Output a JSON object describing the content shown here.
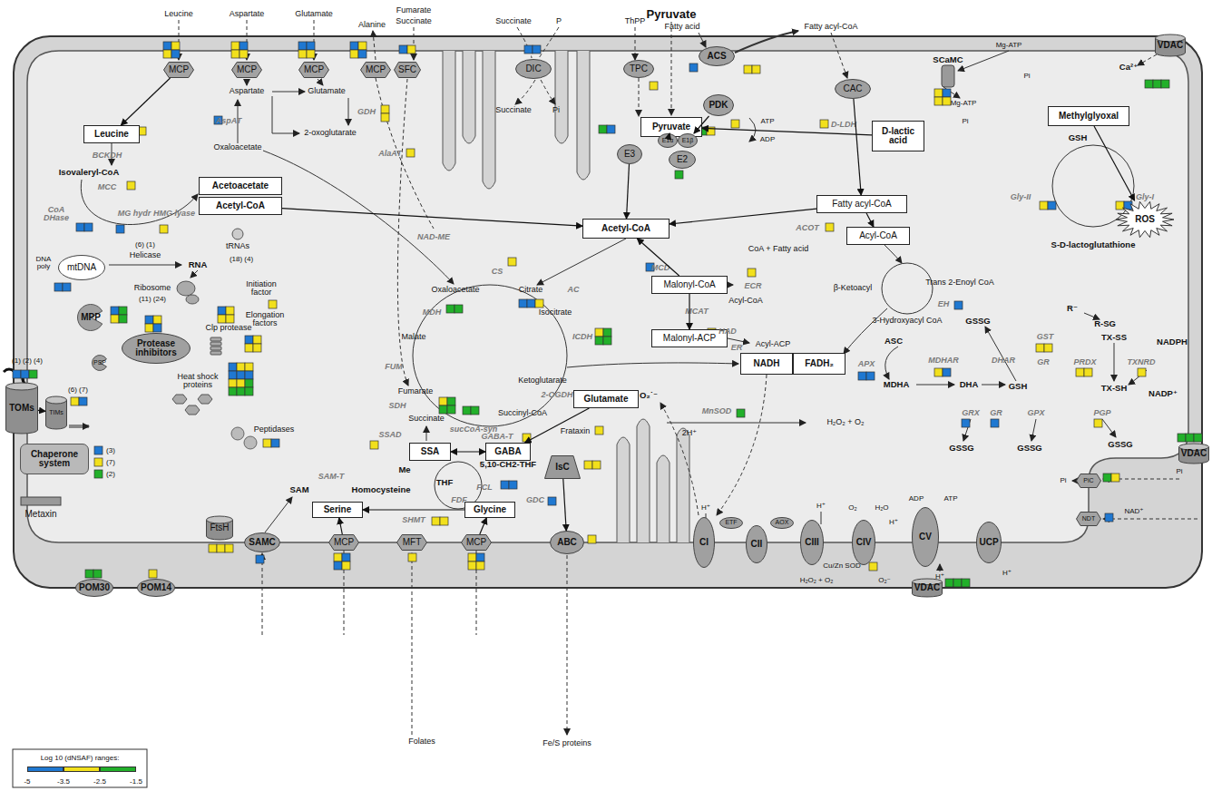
{
  "diagram": {
    "nodes": [
      {
        "text": [
          "MCP"
        ]
      },
      {
        "text": [
          "MCP"
        ]
      },
      {
        "text": [
          "MCP"
        ]
      },
      {
        "text": [
          "MCP"
        ]
      },
      {
        "text": [
          "SFC"
        ]
      },
      {
        "text": [
          "DIC"
        ]
      },
      {
        "text": [
          "TPC"
        ]
      },
      {
        "text": [
          "ACS"
        ]
      },
      {
        "text": [
          "CAC"
        ]
      },
      {
        "text": [
          "VDAC"
        ]
      },
      {
        "text": [
          "Pyruvate"
        ]
      },
      {
        "text": [
          "Leucine"
        ]
      },
      {
        "text": [
          "Acetoacetate"
        ]
      },
      {
        "text": [
          "Acetyl-CoA"
        ]
      },
      {
        "text": [
          "PDK"
        ]
      },
      {
        "text": [
          "E1α"
        ]
      },
      {
        "text": [
          "E1β"
        ]
      },
      {
        "text": [
          "E3"
        ]
      },
      {
        "text": [
          "E2"
        ]
      },
      {
        "text": [
          "D-lactic acid"
        ]
      },
      {
        "text": [
          "Methylglyoxal"
        ]
      },
      {
        "text": [
          "Fatty acyl-CoA"
        ]
      },
      {
        "text": [
          "Acyl-CoA"
        ]
      },
      {
        "text": [
          "Acetyl-CoA"
        ]
      },
      {
        "text": [
          "ROS"
        ]
      },
      {
        "text": [
          "Malonyl-CoA"
        ]
      },
      {
        "text": [
          "Malonyl-ACP"
        ]
      },
      {
        "text": [
          "mtDNA"
        ]
      },
      {
        "text": [
          "MPP"
        ]
      },
      {
        "text": [
          "Protease inhibitors"
        ]
      },
      {
        "text": [
          "PSP"
        ]
      },
      {
        "text": [
          "Glutamate"
        ]
      },
      {
        "text": [
          "NADH"
        ]
      },
      {
        "text": [
          "FADH₂"
        ]
      },
      {
        "text": [
          "SSA"
        ]
      },
      {
        "text": [
          "GABA"
        ]
      },
      {
        "text": [
          "TOMs"
        ]
      },
      {
        "text": [
          "TIMs"
        ]
      },
      {
        "text": [
          "Chaperone system"
        ]
      },
      {
        "text": [
          "IsC"
        ]
      },
      {
        "text": [
          "ABC"
        ]
      },
      {
        "text": [
          "Serine"
        ]
      },
      {
        "text": [
          "Glycine"
        ]
      },
      {
        "text": [
          "Metaxin"
        ]
      },
      {
        "text": [
          "FtsH"
        ]
      },
      {
        "text": [
          "SAMC"
        ]
      },
      {
        "text": [
          "MCP"
        ]
      },
      {
        "text": [
          "MFT"
        ]
      },
      {
        "text": [
          "MCP"
        ]
      },
      {
        "text": [
          "POM30"
        ]
      },
      {
        "text": [
          "POM14"
        ]
      },
      {
        "text": [
          "CI"
        ]
      },
      {
        "text": [
          "ETF"
        ]
      },
      {
        "text": [
          "CII"
        ]
      },
      {
        "text": [
          "AOX"
        ]
      },
      {
        "text": [
          "CIII"
        ]
      },
      {
        "text": [
          "CIV"
        ]
      },
      {
        "text": [
          "CV"
        ]
      },
      {
        "text": [
          "UCP"
        ]
      },
      {
        "text": [
          "PiC"
        ]
      },
      {
        "text": [
          "VDAC"
        ]
      },
      {
        "text": [
          "NDT"
        ]
      },
      {
        "text": [
          "VDAC"
        ]
      }
    ],
    "edges": [
      {
        "from": 0,
        "to": 11,
        "arrow": "to"
      },
      {
        "from": 10,
        "to": 15,
        "arrow": "to"
      },
      {
        "from": 14,
        "to": 16,
        "arrow": "to"
      },
      {
        "from": 17,
        "to": 23,
        "arrow": "to"
      },
      {
        "from": 13,
        "to": 23,
        "arrow": "to"
      },
      {
        "from": 19,
        "to": 10,
        "arrow": "to"
      },
      {
        "from": 21,
        "to": 23,
        "arrow": "to"
      },
      {
        "from": 21,
        "to": 22,
        "arrow": "to"
      },
      {
        "from": 8,
        "to": 21,
        "arrow": "to"
      },
      {
        "from": 20,
        "to": 24,
        "arrow": "to"
      },
      {
        "from": 25,
        "to": 23,
        "arrow": "to"
      },
      {
        "from": 25,
        "to": 26,
        "arrow": "to"
      },
      {
        "from": 31,
        "to": 35,
        "arrow": "to"
      },
      {
        "from": 35,
        "to": 34,
        "arrow": "both"
      },
      {
        "from": 42,
        "to": 41,
        "arrow": "to"
      },
      {
        "from": 46,
        "to": 41,
        "arrow": "to"
      },
      {
        "from": 48,
        "to": 42,
        "arrow": "to"
      },
      {
        "from": 39,
        "to": 40,
        "arrow": "to"
      },
      {
        "from": 36,
        "to": 37,
        "arrow": "to"
      }
    ],
    "labels": [
      "Leucine",
      "Aspartate",
      "Glutamate",
      "Alanine",
      "Fumarate",
      "Succinate",
      "Pyruvate",
      "Succinate",
      "P",
      "ThPP",
      "Fatty acid",
      "Fatty acyl-CoA",
      "SCaMC",
      "Mg-ATP",
      "Pi",
      "Mg-ATP",
      "Pi",
      "Ca²⁺",
      "Aspartate",
      "Glutamate",
      "2-oxoglutarate",
      "Oxaloacetate",
      "AspAT",
      "GDH",
      "AlaAT",
      "BCKDH",
      "Isovaleryl-CoA",
      "MCC",
      "CoA DHase",
      "MG hydr",
      "HMG lyase",
      "Succinate",
      "Pi",
      "ATP",
      "ADP",
      "D-LDH",
      "GSH",
      "Gly-II",
      "Gly-I",
      "S-D-lactoglutathione",
      "ACOT",
      "CoA + Fatty acid",
      "NAD-ME",
      "MCD",
      "CS",
      "Oxaloacetate",
      "Citrate",
      "AC",
      "MDH",
      "Isocitrate",
      "Malate",
      "ICDH",
      "FUM",
      "Ketoglutarate",
      "2-OGDH",
      "Fumarate",
      "SDH",
      "Succinate",
      "Succinyl-CoA",
      "sucCoA-syn",
      "SSAD",
      "GABA-T",
      "ECR",
      "Acyl-CoA",
      "MCAT",
      "HAD",
      "ER",
      "Acyl-ACP",
      "β-Ketoacyl",
      "Trans 2-Enoyl CoA",
      "EH",
      "3-Hydroxyacyl CoA",
      "R⁻",
      "R-SG",
      "ASC",
      "GSSG",
      "GST",
      "TX-SS",
      "NADPH",
      "APX",
      "MDHAR",
      "DHAR",
      "GR",
      "PRDX",
      "TXNRD",
      "MDHA",
      "DHA",
      "GSH",
      "TX-SH",
      "NADP⁺",
      "GRX",
      "GR",
      "GPX",
      "PGP",
      "GSSG",
      "GSSG",
      "GSSG",
      "DNA poly",
      "Helicase",
      "(6) (1)",
      "RNA",
      "tRNAs",
      "(18) (4)",
      "Ribosome",
      "(11) (24)",
      "Initiation factor",
      "Elongation factors",
      "Clp protease",
      "Heat shock proteins",
      "Peptidases",
      "(1) (2) (4)",
      "(6) (7)",
      "(3)",
      "(7)",
      "(2)",
      "Frataxin",
      "Me",
      "5,10-CH2-THF",
      "SAM",
      "THF",
      "Homocysteine",
      "SAM-T",
      "FCL",
      "FDF",
      "SHMT",
      "GDC",
      "Folates",
      "Fe/S proteins",
      "MnSOD",
      "O₂˙⁻",
      "2H⁺",
      "H₂O₂ + O₂",
      "H⁺",
      "H⁺",
      "O₂",
      "H₂O",
      "H⁺",
      "ADP",
      "ATP",
      "H⁺",
      "H⁺",
      "Cu/Zn SOD",
      "H₂O₂ + O₂",
      "O₂⁻",
      "Pi",
      "Pi",
      "NAD⁺",
      "Log 10 (dNSAF) ranges:",
      "-1.5"
    ],
    "legend": [
      {
        "text": "-5",
        "color": "#1f78d1"
      },
      {
        "text": "-3.5",
        "color": "#f2e01c"
      },
      {
        "text": "-2.5",
        "color": "#22b02a"
      }
    ]
  }
}
